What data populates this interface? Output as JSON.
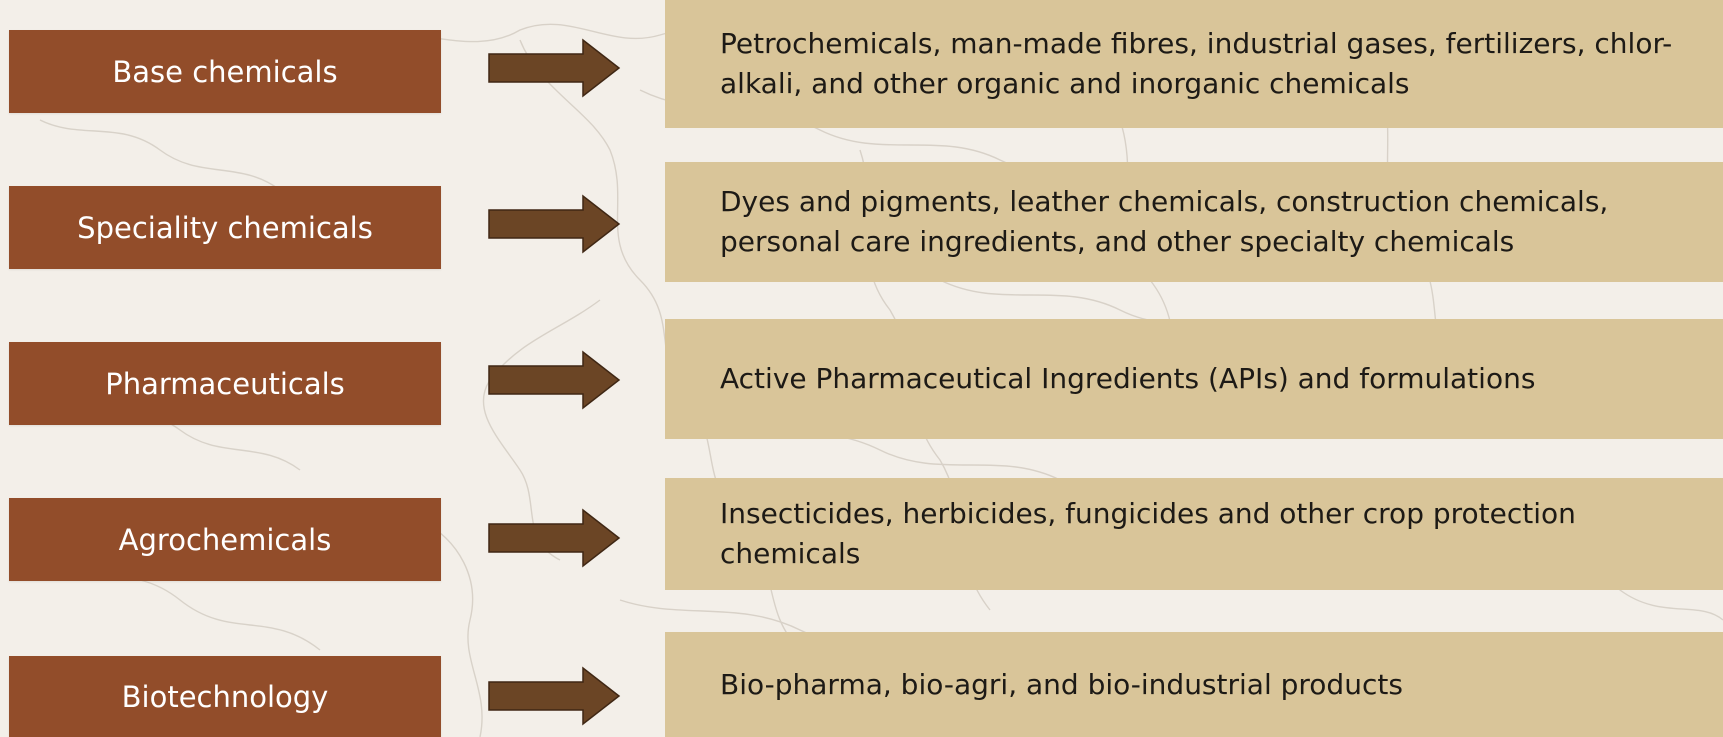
{
  "colors": {
    "background": "#f3efe9",
    "label_box": "#924d2a",
    "description_box": "#d9c599",
    "arrow": "#6b4525"
  },
  "rows": [
    {
      "category": "Base chemicals",
      "description": "Petrochemicals, man-made fibres, industrial gases, fertilizers, chlor-alkali, and other organic and inorganic chemicals"
    },
    {
      "category": "Speciality chemicals",
      "description": "Dyes and pigments, leather chemicals, construction chemicals, personal care ingredients, and other specialty chemicals"
    },
    {
      "category": "Pharmaceuticals",
      "description": "Active Pharmaceutical Ingredients (APIs) and formulations"
    },
    {
      "category": "Agrochemicals",
      "description": "Insecticides, herbicides, fungicides and other crop protection chemicals"
    },
    {
      "category": "Biotechnology",
      "description": "Bio-pharma, bio-agri, and bio-industrial products"
    }
  ]
}
